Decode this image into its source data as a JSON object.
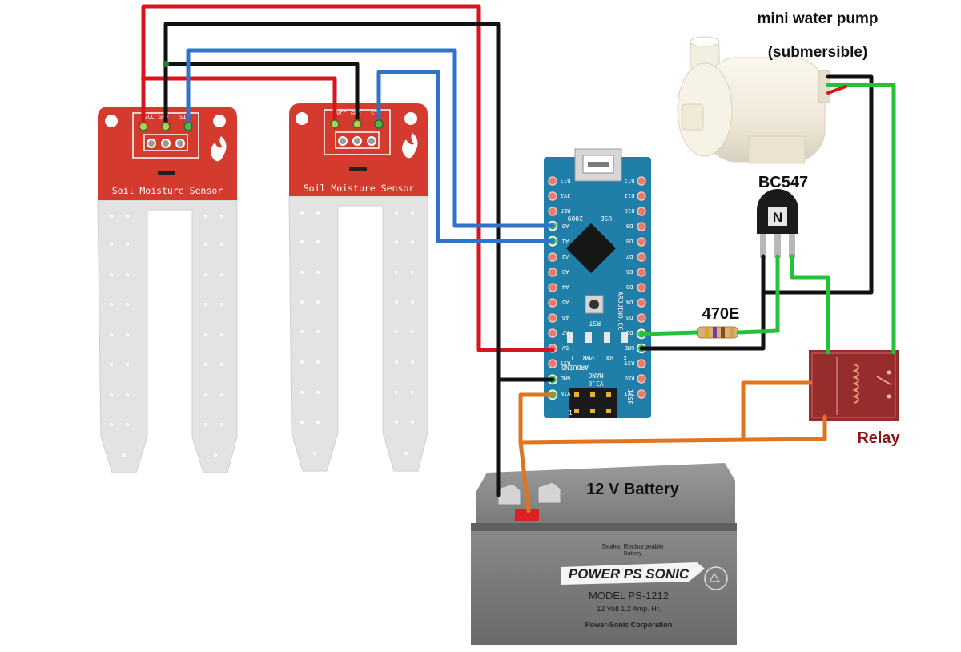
{
  "labels": {
    "pump_line1": "mini water pump",
    "pump_line2": "(submersible)",
    "transistor": "BC547",
    "transistor_mark": "N",
    "resistor": "470E",
    "relay": "Relay",
    "battery": "12 V Battery"
  },
  "sensors": [
    {
      "title": "Soil Moisture Sensor",
      "pins": [
        "VCC",
        "GND",
        "SIG"
      ]
    },
    {
      "title": "Soil Moisture Sensor",
      "pins": [
        "VCC",
        "GND",
        "SIG"
      ]
    }
  ],
  "nano": {
    "line1": "ARDUINO",
    "line2": "NANO",
    "line3": "V3.0",
    "usb": "USB",
    "brand": "ARDUINO.CC",
    "year": "2009",
    "rst": "RST",
    "leds": [
      "L",
      "PWR",
      "RX",
      "TX"
    ],
    "icsp": "ICSP",
    "left_pins": [
      "D13",
      "3V3",
      "REF",
      "A0",
      "A1",
      "A2",
      "A3",
      "A4",
      "A5",
      "A6",
      "A7",
      "5V",
      "RST",
      "GND",
      "VIN"
    ],
    "right_pins": [
      "D12",
      "D11",
      "D10",
      "D9",
      "D8",
      "D7",
      "D6",
      "D5",
      "D4",
      "D3",
      "D2",
      "GND",
      "RST",
      "RX0",
      "TX1"
    ]
  },
  "battery": {
    "sealed": "Sealed Rechargeable",
    "sealed2": "Battery",
    "brand": "POWER PS SONIC",
    "model": "MODEL  PS-1212",
    "rating": "12 Volt  1.2 Amp. Hr.",
    "corp": "Power-Sonic Corporation"
  },
  "colors": {
    "red_wire": "#d8141c",
    "black_wire": "#111111",
    "blue_wire": "#2f74c8",
    "green_wire": "#25c13a",
    "orange_wire": "#e0741f",
    "sensor_red": "#d43a2e",
    "nano_blue": "#1f7fa8",
    "relay_red": "#8c1515"
  }
}
